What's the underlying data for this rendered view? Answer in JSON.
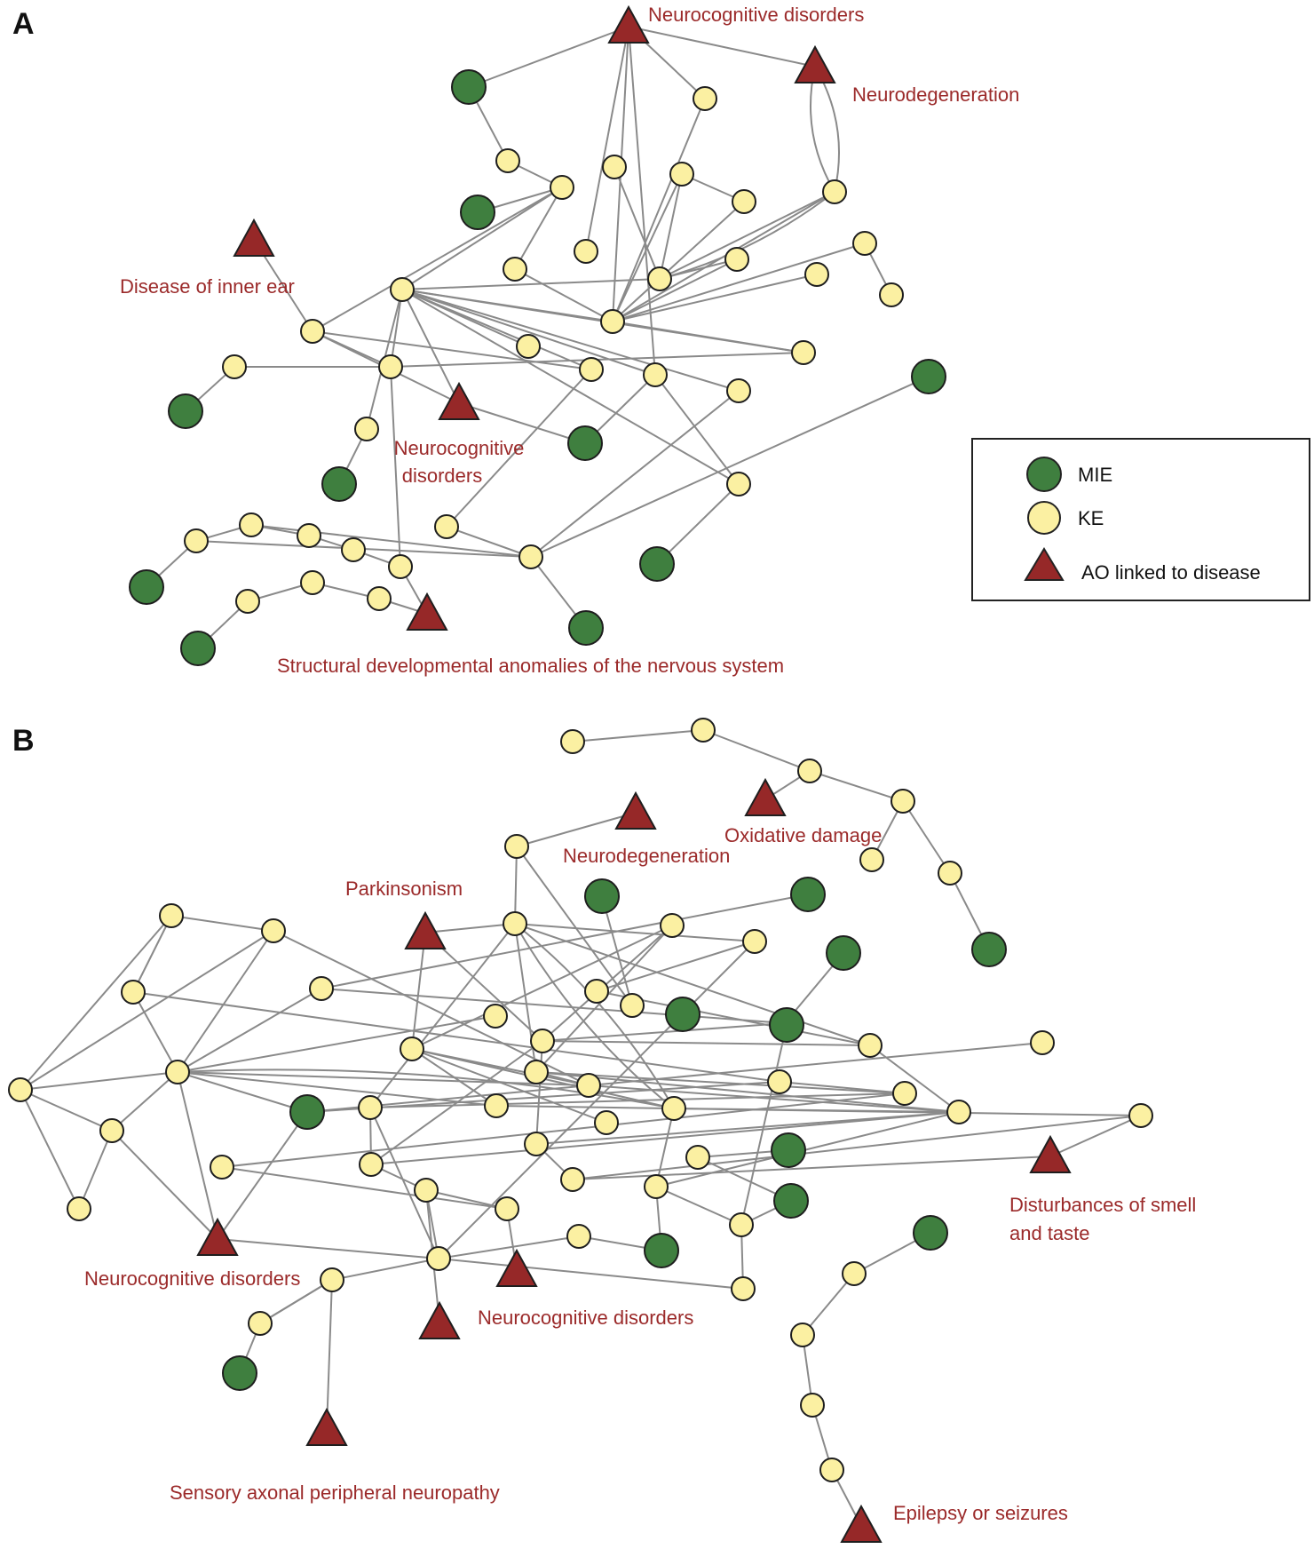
{
  "colors": {
    "mie": "#3f7f3f",
    "ke": "#fbf0a2",
    "ao": "#962828",
    "edge": "#8a8a8a",
    "label": "#9b2a2a"
  },
  "legend": {
    "items": [
      {
        "id": "mie",
        "label": "MIE"
      },
      {
        "id": "ke",
        "label": "KE"
      },
      {
        "id": "ao",
        "label": "AO linked to disease"
      }
    ]
  },
  "panels": [
    {
      "id": "A",
      "letter": "A",
      "ao_labels": [
        "Neurocognitive disorders",
        "Neurodegeneration",
        "Disease of inner ear",
        "Neurocognitive disorders",
        "Structural developmental anomalies of the nervous system"
      ]
    },
    {
      "id": "B",
      "letter": "B",
      "ao_labels": [
        "Neurodegeneration",
        "Oxidative damage",
        "Parkinsonism",
        "Disturbances of smell and taste",
        "Neurocognitive disorders",
        "Neurocognitive disorders",
        "Sensory axonal peripheral neuropathy",
        "Epilepsy or seizures"
      ]
    }
  ]
}
